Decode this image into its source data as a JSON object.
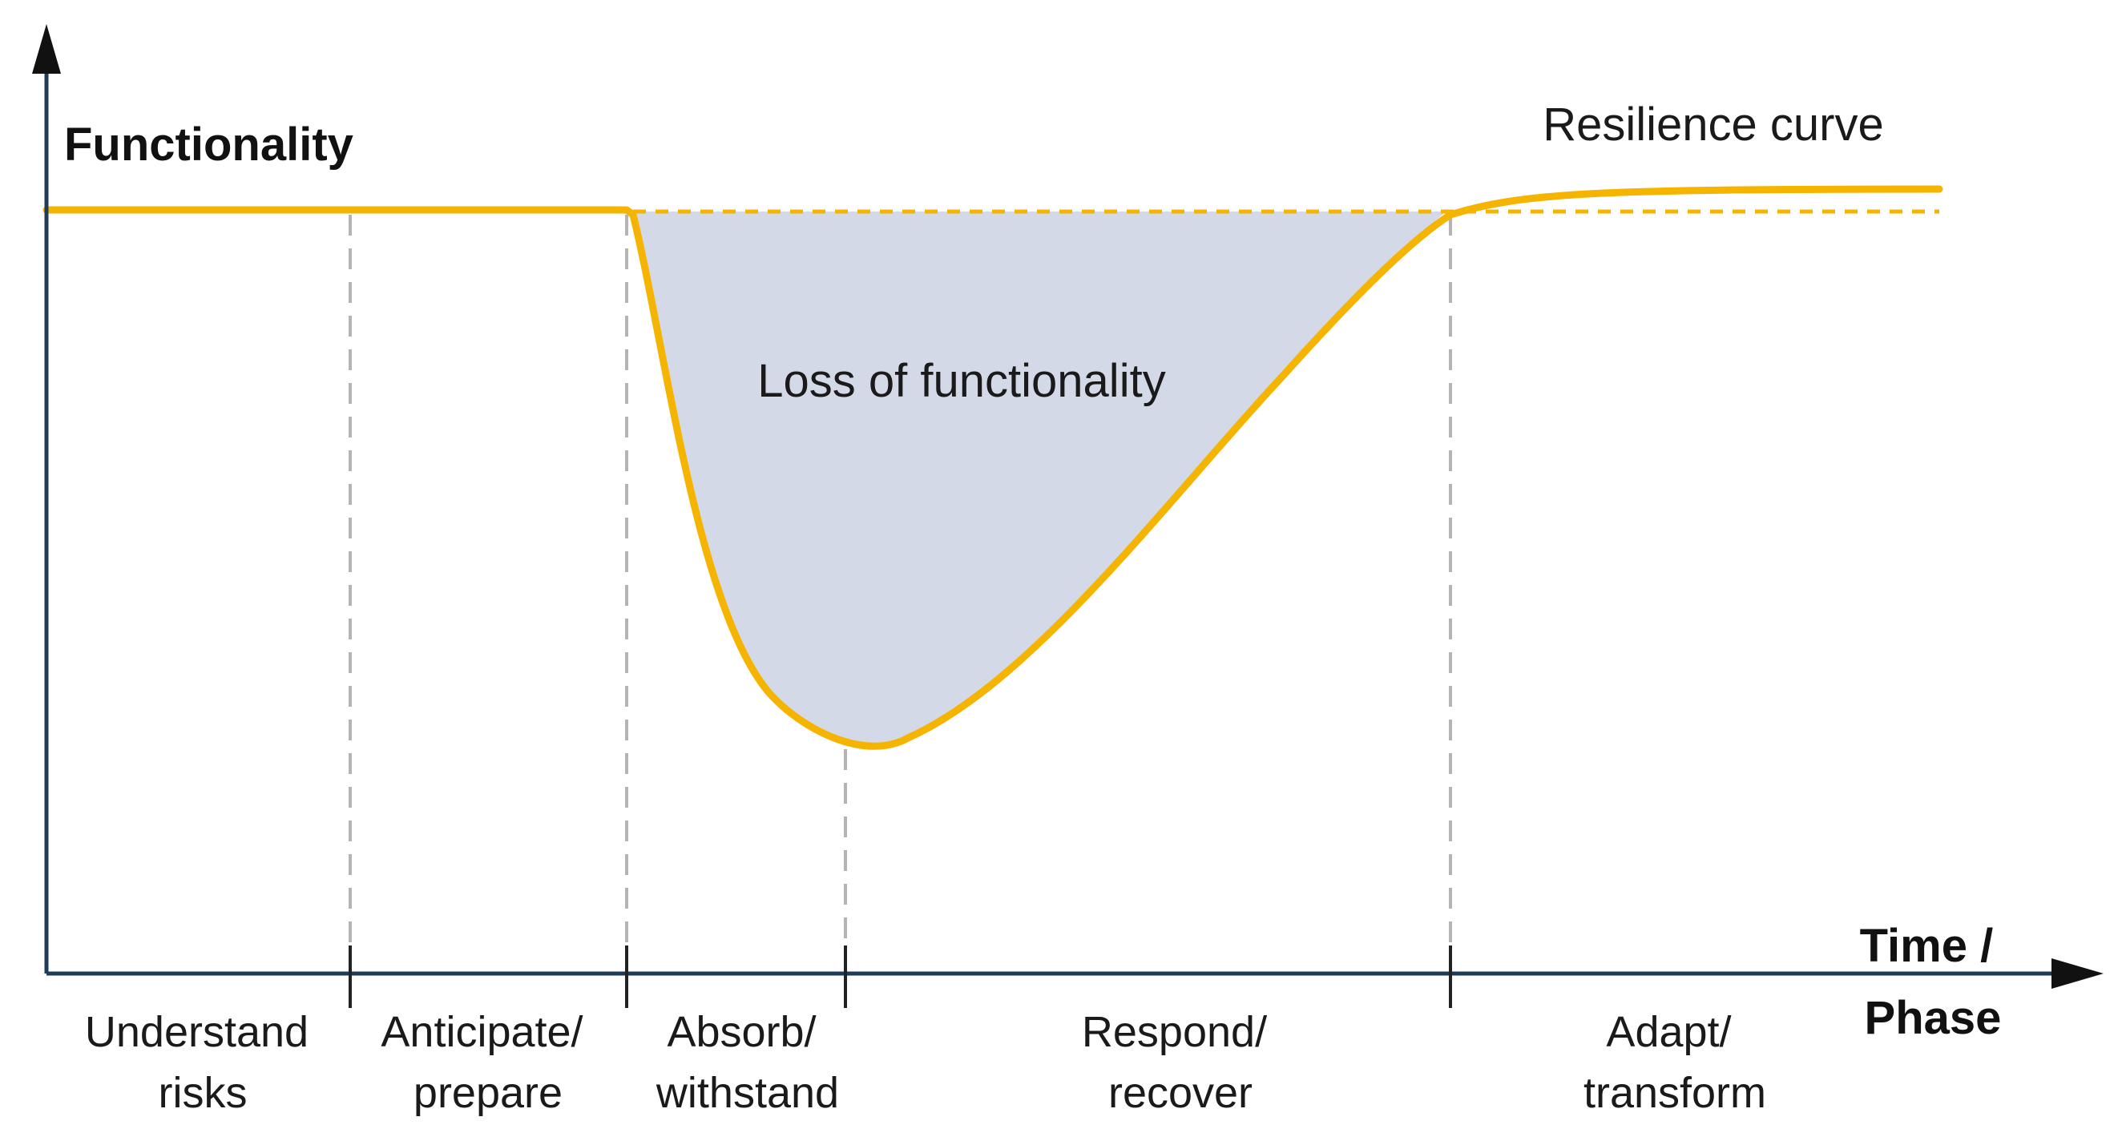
{
  "y_axis_title": "Functionality",
  "x_axis_title": [
    "Time /",
    "Phase"
  ],
  "curve_label": "Resilience curve",
  "area_label": "Loss of functionality",
  "phases": [
    {
      "lines": [
        "Understand",
        "risks"
      ]
    },
    {
      "lines": [
        "Anticipate/",
        "prepare"
      ]
    },
    {
      "lines": [
        "Absorb/",
        "withstand"
      ]
    },
    {
      "lines": [
        "Respond/",
        "recover"
      ]
    },
    {
      "lines": [
        "Adapt/",
        "transform"
      ]
    }
  ],
  "colors": {
    "curve": "#F4B400",
    "loss_area": "#D3D9E6",
    "axis": "#1F3B57",
    "divider": "#B4B4B4",
    "text": "#1A1A1A"
  },
  "icons": {
    "y_axis_arrow": "arrow-up-icon",
    "x_axis_arrow": "arrow-right-icon"
  }
}
